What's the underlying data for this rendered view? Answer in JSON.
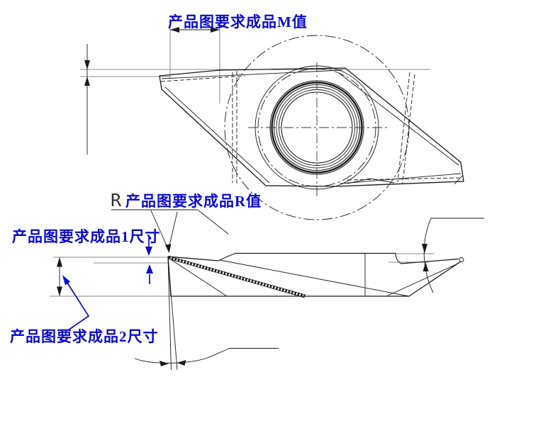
{
  "colors": {
    "annotation_blue": "#0a0ad2",
    "line_black": "#1a1a1a",
    "extension_gray": "#8a8a8a",
    "background": "#ffffff"
  },
  "annotations": {
    "m_dimension_label": "产品图要求成品M值",
    "r_callout_prefix": "R",
    "r_callout_label": "产品图要求成品R值",
    "dim1_label": "产品图要求成品1尺寸",
    "dim2_label": "产品图要求成品2尺寸"
  }
}
